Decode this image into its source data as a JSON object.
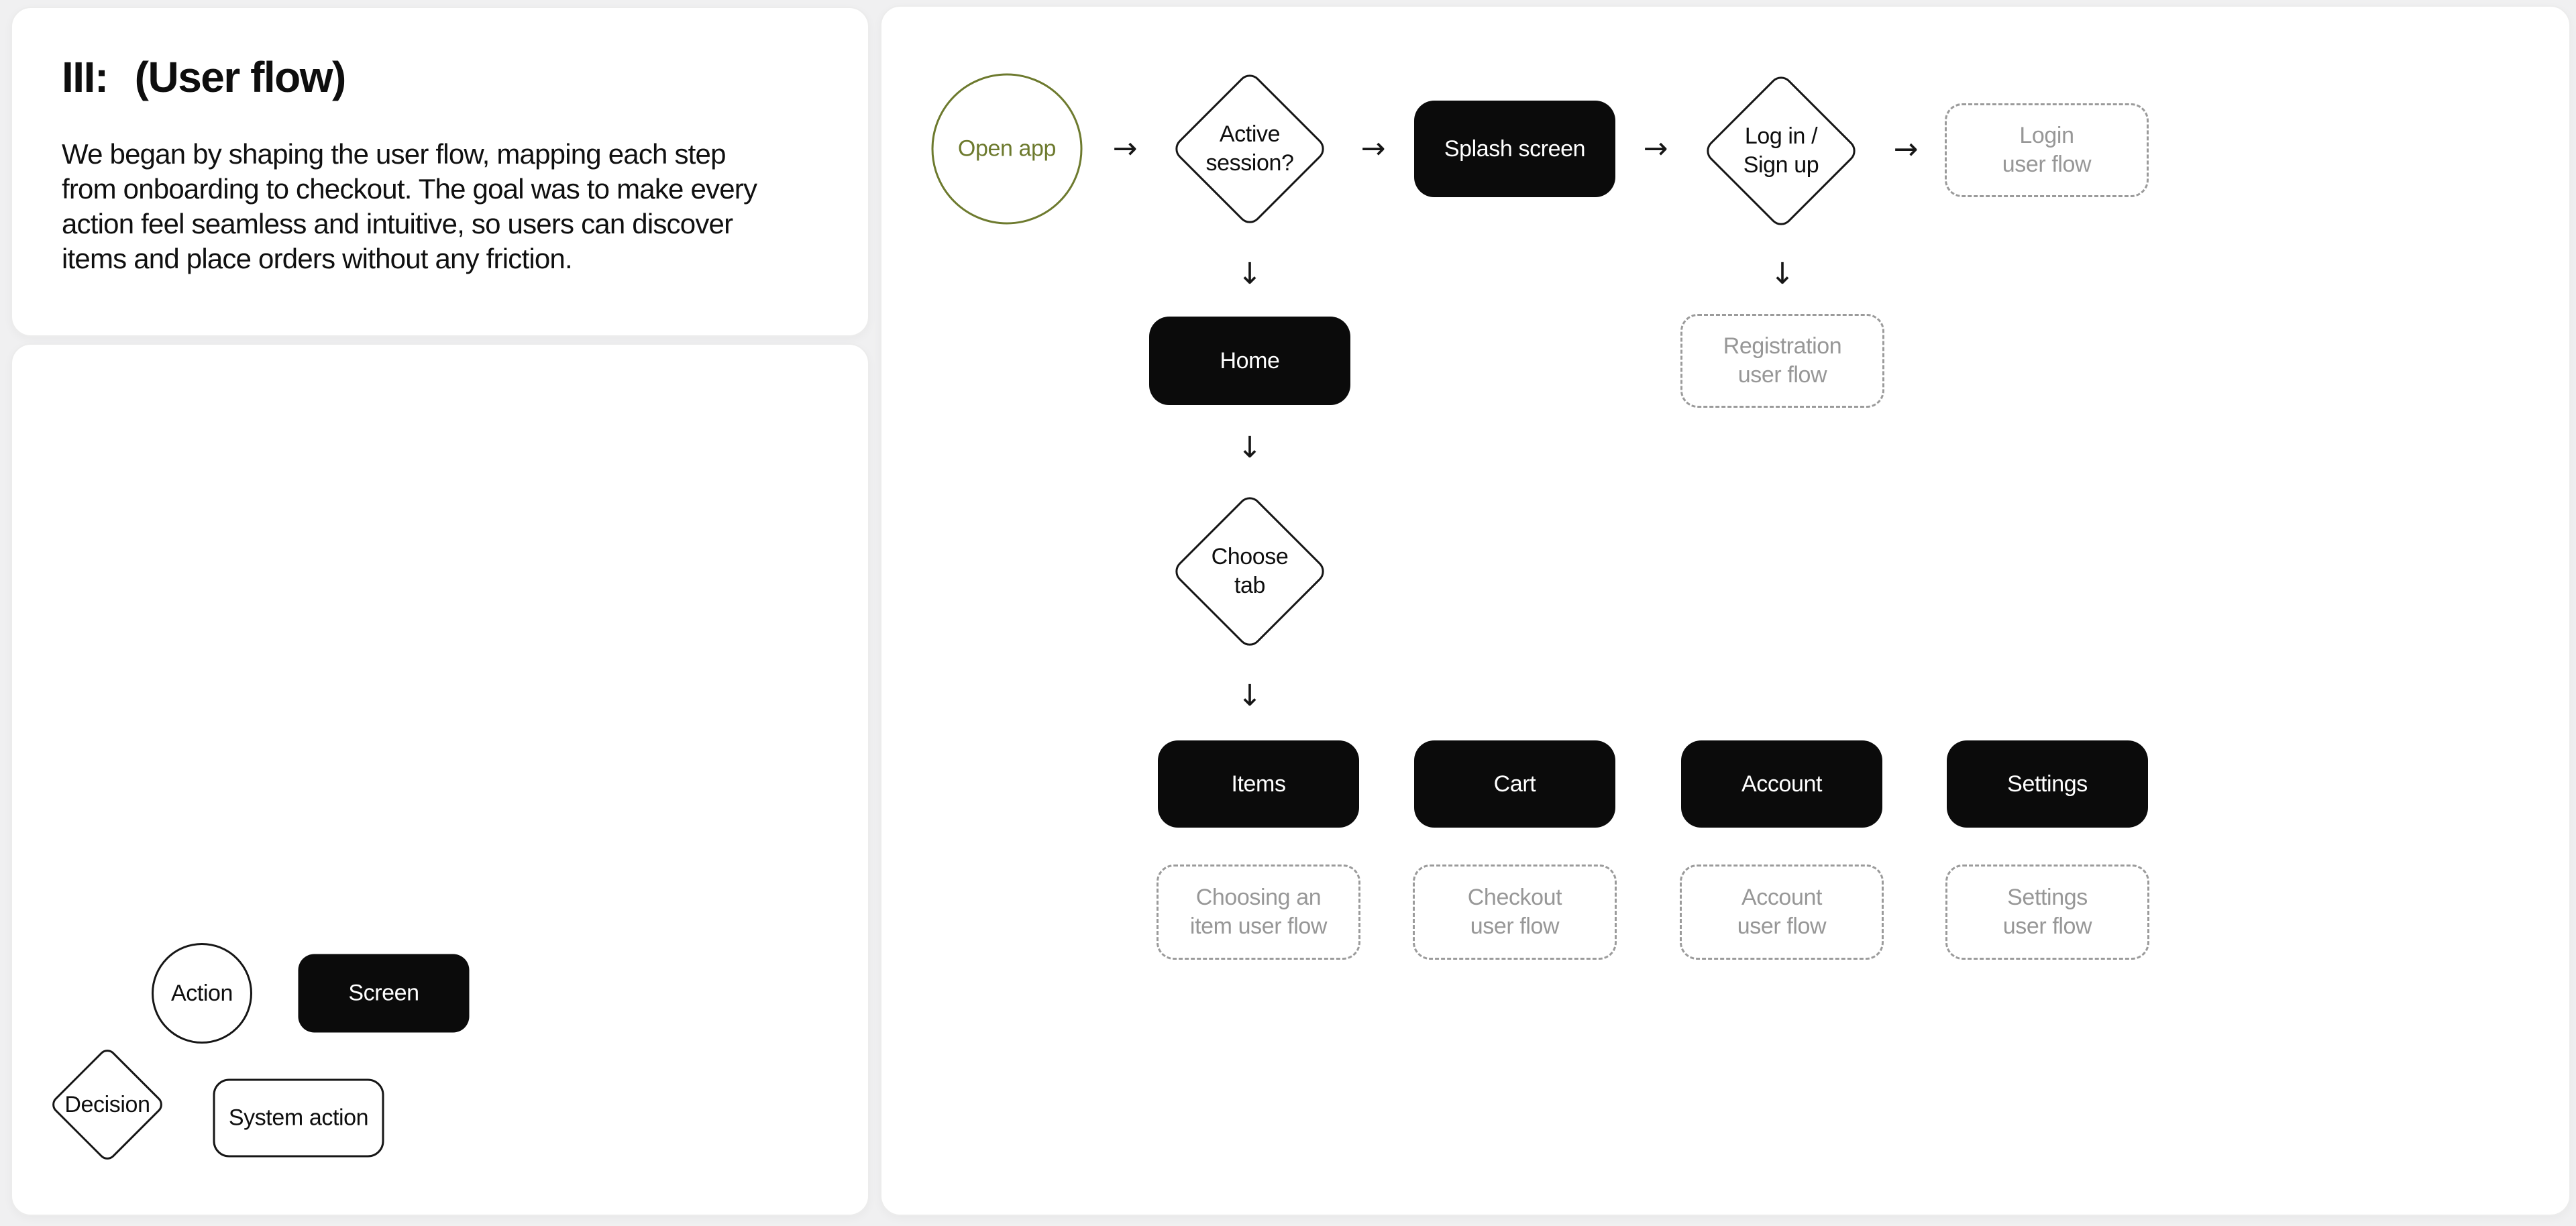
{
  "intro": {
    "title_prefix": "III:",
    "title_main": "(User flow)",
    "paragraph": "We began by shaping the user flow, mapping each step from onboarding to checkout. The goal was to make every action feel seamless and intuitive, so users can discover items and place orders without any friction."
  },
  "legend": {
    "action": "Action",
    "screen": "Screen",
    "decision": "Decision",
    "system_action": "System action"
  },
  "flow": {
    "open_app": "Open app",
    "active_session": "Active\nsession?",
    "splash_screen": "Splash screen",
    "login_signup": "Log in /\nSign up",
    "login_flow": "Login\nuser flow",
    "home": "Home",
    "registration_flow": "Registration\nuser flow",
    "choose_tab": "Choose\ntab",
    "items": "Items",
    "cart": "Cart",
    "account": "Account",
    "settings": "Settings",
    "choosing_item_flow": "Choosing an\nitem user flow",
    "checkout_flow": "Checkout\nuser flow",
    "account_flow": "Account\nuser flow",
    "settings_flow": "Settings\nuser flow"
  },
  "icons": {
    "arrow_right": "→",
    "arrow_down": "↓"
  },
  "colors": {
    "background": "#f0f0f1",
    "node_black": "#0b0b0b",
    "accent_olive": "#6d7a2e",
    "dashed_border": "#9b9b9b",
    "dashed_text": "#979797"
  }
}
